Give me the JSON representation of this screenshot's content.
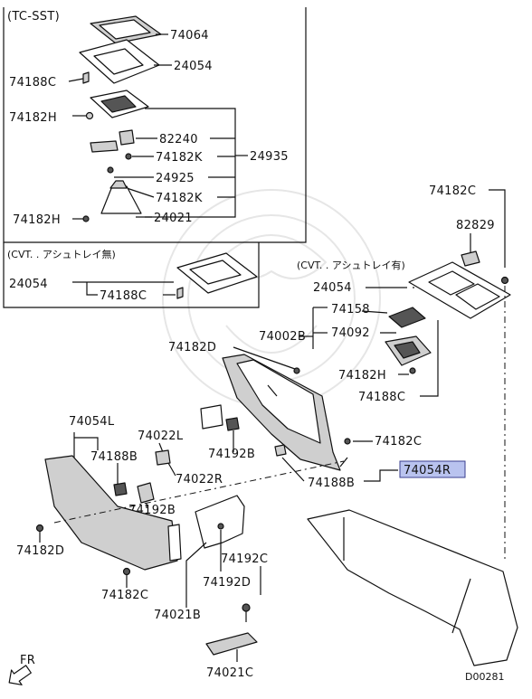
{
  "groups": {
    "tc_sst": "(TC-SST)",
    "cvt_no_tray": "(CVT. . アシュトレイ無)",
    "cvt_with_tray": "(CVT. . アシュトレイ有)"
  },
  "parts": {
    "p74064": "74064",
    "p24054_a": "24054",
    "p74188C_a": "74188C",
    "p74182H_a": "74182H",
    "p82240": "82240",
    "p74182K_a": "74182K",
    "p24935": "24935",
    "p24925": "24925",
    "p74182K_b": "74182K",
    "p74182H_b": "74182H",
    "p24021": "24021",
    "p24054_b": "24054",
    "p74188C_b": "74188C",
    "p74182C_a": "74182C",
    "p82829": "82829",
    "p24054_c": "24054",
    "p74158": "74158",
    "p74002B": "74002B",
    "p74092": "74092",
    "p74182D_a": "74182D",
    "p74182H_c": "74182H",
    "p74188C_c": "74188C",
    "p74054L": "74054L",
    "p74022L": "74022L",
    "p74188B_a": "74188B",
    "p74192B_a": "74192B",
    "p74022R": "74022R",
    "p74182C_b": "74182C",
    "p74054R": "74054R",
    "p74188B_b": "74188B",
    "p74192B_b": "74192B",
    "p74182D_b": "74182D",
    "p74182C_c": "74182C",
    "p74192C": "74192C",
    "p74192D": "74192D",
    "p74021B": "74021B",
    "p74021C": "74021C"
  },
  "orientation": "FR",
  "diagram_code": "D00281",
  "colors": {
    "highlight_fill": "#b9c3ef",
    "highlight_border": "#3a3f8f"
  }
}
